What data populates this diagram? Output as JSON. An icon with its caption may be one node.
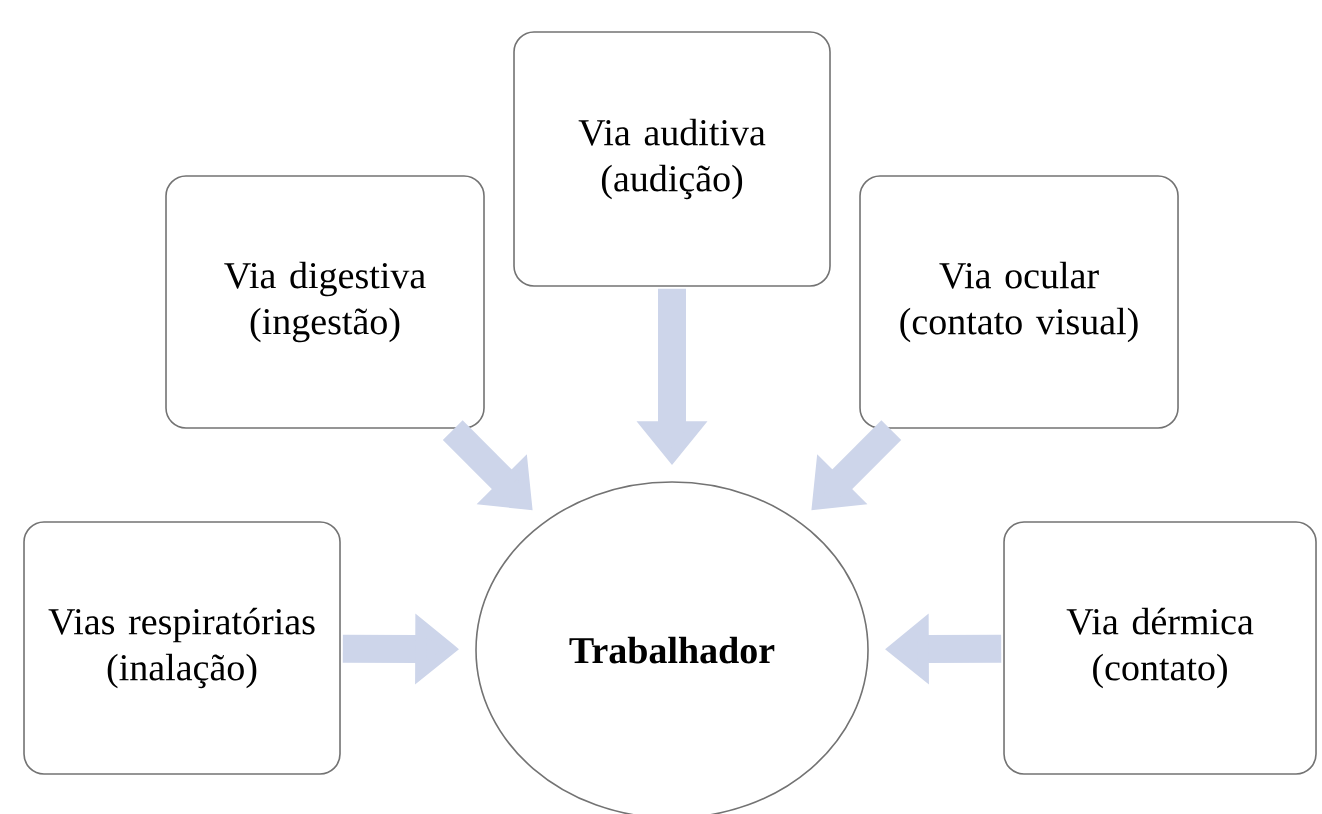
{
  "diagram": {
    "nodes": [
      {
        "text": [
          "Vias respiratórias (inalação)"
        ]
      },
      {
        "text": [
          "Via digestiva (ingestão)"
        ]
      },
      {
        "text": [
          "Via auditiva (audição)"
        ]
      },
      {
        "text": [
          "Via ocular (contato visual)"
        ]
      },
      {
        "text": [
          "Via dérmica (contato)"
        ]
      },
      {
        "text": [
          "Trabalhador"
        ]
      }
    ],
    "edges": [
      {
        "from": 0,
        "to": 5,
        "arrow": "to"
      },
      {
        "from": 1,
        "to": 5,
        "arrow": "to"
      },
      {
        "from": 2,
        "to": 5,
        "arrow": "to"
      },
      {
        "from": 3,
        "to": 5,
        "arrow": "to"
      },
      {
        "from": 4,
        "to": 5,
        "arrow": "to"
      }
    ]
  }
}
